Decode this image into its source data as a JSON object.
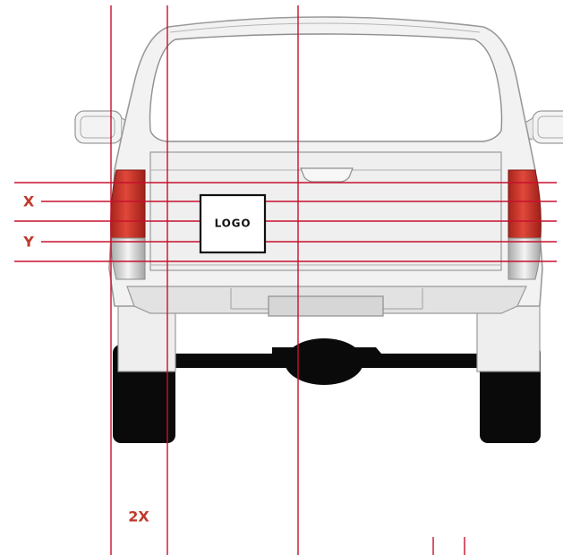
{
  "labels": {
    "x": "X",
    "y": "Y",
    "two_x": "2X",
    "logo": "LOGO"
  },
  "colors": {
    "guide_line": "#c8102e",
    "label_text": "#c0392b",
    "truck_body": "#f2f2f2",
    "truck_outline": "#9a9a9a",
    "tail_light": "#c0392b",
    "tire": "#0a0a0a"
  }
}
